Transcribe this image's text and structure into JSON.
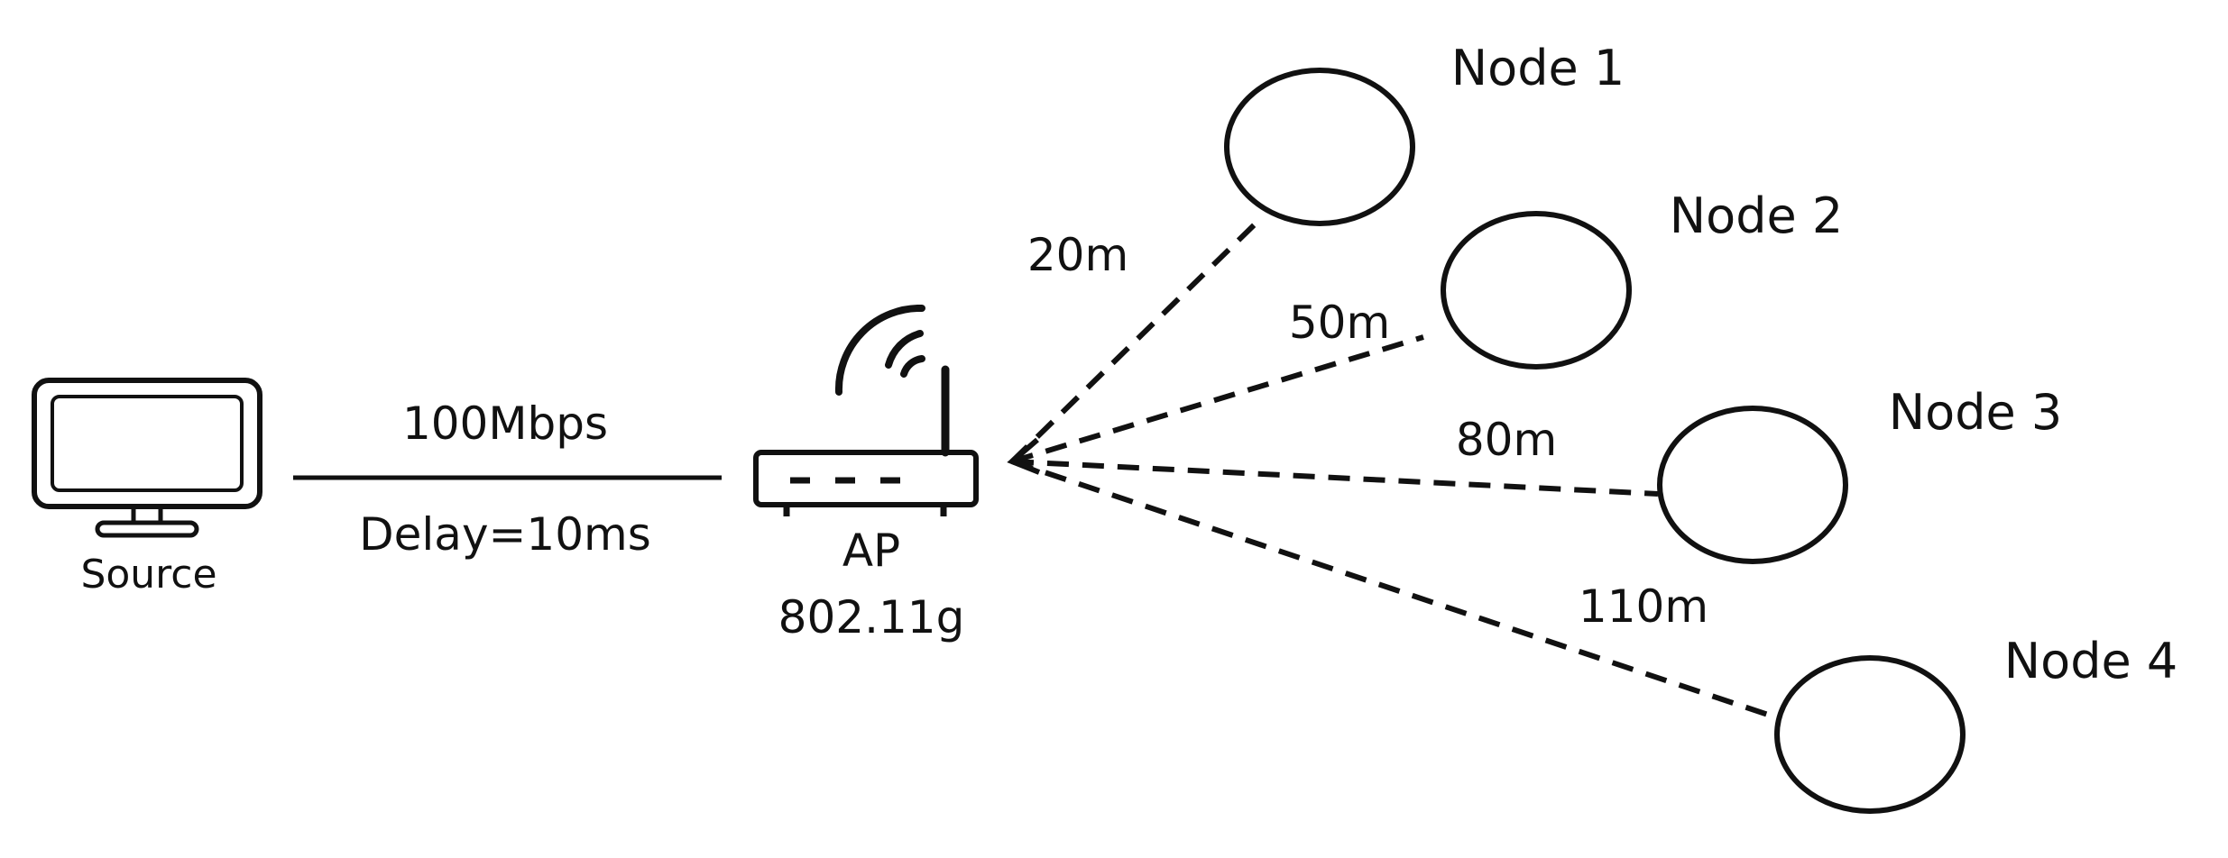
{
  "source": {
    "label": "Source",
    "icon": "monitor-icon"
  },
  "link": {
    "bandwidth": "100Mbps",
    "delay": "Delay=10ms"
  },
  "ap": {
    "name": "AP",
    "standard": "802.11g",
    "icon": "wifi-router-icon"
  },
  "nodes": [
    {
      "label": "Node 1",
      "distance": "20m"
    },
    {
      "label": "Node 2",
      "distance": "50m"
    },
    {
      "label": "Node 3",
      "distance": "80m"
    },
    {
      "label": "Node 4",
      "distance": "110m"
    }
  ],
  "colors": {
    "ink": "#111111",
    "background": "#ffffff"
  }
}
